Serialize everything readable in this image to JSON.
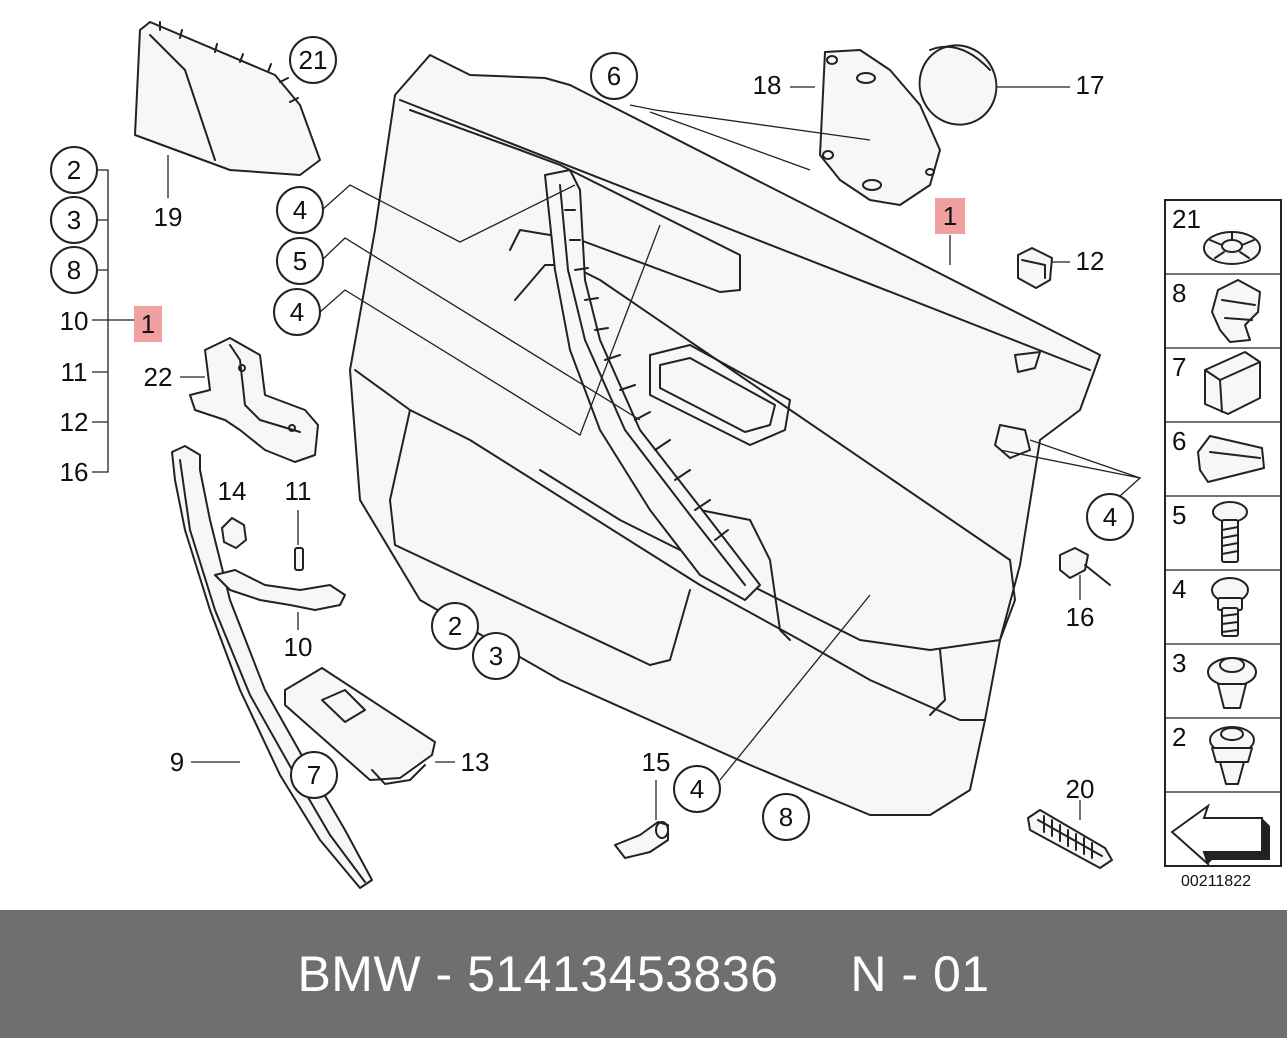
{
  "diagram": {
    "part_code": "00211822",
    "callouts": [
      {
        "key": "c21a",
        "text": "21"
      },
      {
        "key": "c19",
        "text": "19"
      },
      {
        "key": "c6",
        "text": "6"
      },
      {
        "key": "c18",
        "text": "18"
      },
      {
        "key": "c17",
        "text": "17"
      },
      {
        "key": "c1a",
        "text": "1"
      },
      {
        "key": "c12a",
        "text": "12"
      },
      {
        "key": "c4a",
        "text": "4"
      },
      {
        "key": "c5a",
        "text": "5"
      },
      {
        "key": "c4b",
        "text": "4"
      },
      {
        "key": "c22",
        "text": "22"
      },
      {
        "key": "c14",
        "text": "14"
      },
      {
        "key": "c11a",
        "text": "11"
      },
      {
        "key": "c10a",
        "text": "10"
      },
      {
        "key": "c2a",
        "text": "2"
      },
      {
        "key": "c3a",
        "text": "3"
      },
      {
        "key": "c9",
        "text": "9"
      },
      {
        "key": "c7a",
        "text": "7"
      },
      {
        "key": "c13",
        "text": "13"
      },
      {
        "key": "c15",
        "text": "15"
      },
      {
        "key": "c4c",
        "text": "4"
      },
      {
        "key": "c8a",
        "text": "8"
      },
      {
        "key": "c4d",
        "text": "4"
      },
      {
        "key": "c16a",
        "text": "16"
      },
      {
        "key": "c20",
        "text": "20"
      }
    ],
    "left_list": {
      "circled": [
        "2",
        "3",
        "8"
      ],
      "plain": [
        "10",
        "11",
        "12",
        "16"
      ],
      "highlight": "1"
    },
    "legend": [
      {
        "text": "21"
      },
      {
        "text": "8"
      },
      {
        "text": "7"
      },
      {
        "text": "6"
      },
      {
        "text": "5"
      },
      {
        "text": "4"
      },
      {
        "text": "3"
      },
      {
        "text": "2"
      }
    ]
  },
  "footer": {
    "text": "BMW - 51413453836     N - 01"
  },
  "colors": {
    "highlight": "#f0a0a0",
    "footer_bg": "#6f6f6f",
    "footer_text": "#ffffff"
  }
}
